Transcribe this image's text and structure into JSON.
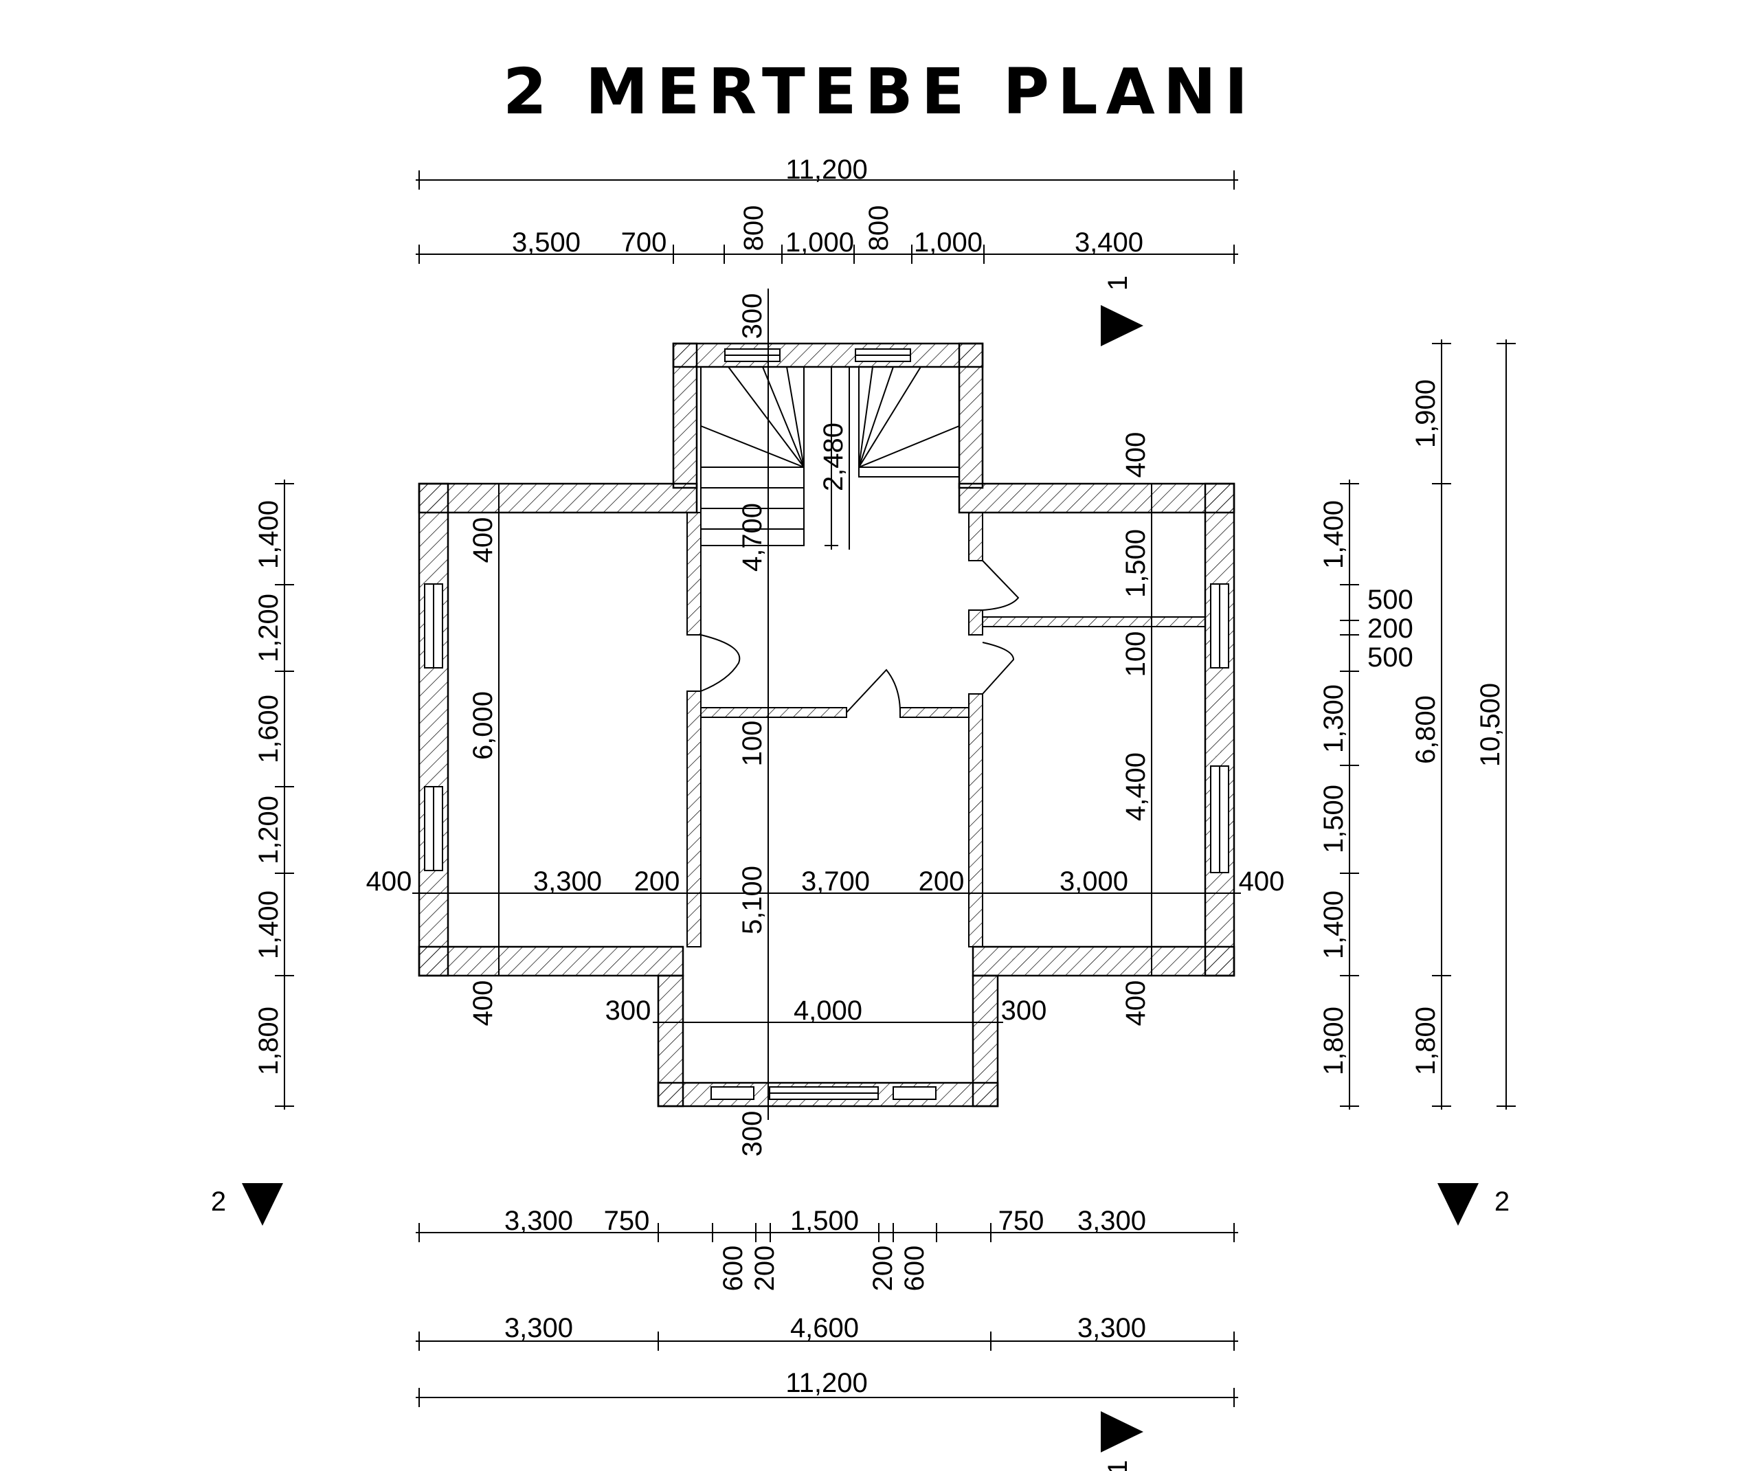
{
  "title": "2 MERTEBE PLANI",
  "colors": {
    "ink": "#000000",
    "paper": "#ffffff",
    "hatch": "#000000"
  },
  "dims_top_total": "11,200",
  "dims_top": [
    "3,500",
    "700",
    "800",
    "1,000",
    "800",
    "1,000",
    "3,400"
  ],
  "dims_bottom_chain": [
    "3,300",
    "750",
    "600",
    "200",
    "1,500",
    "200",
    "600",
    "750",
    "3,300"
  ],
  "dims_bottom_mid": [
    "3,300",
    "4,600",
    "3,300"
  ],
  "dims_bottom_total": "11,200",
  "dims_left": [
    "1,400",
    "1,200",
    "1,600",
    "1,200",
    "1,400",
    "1,800"
  ],
  "dims_right_a": [
    "1,400",
    "500",
    "200",
    "500",
    "1,300",
    "1,500",
    "1,400",
    "1,800"
  ],
  "dims_right_b": [
    "1,900",
    "6,800",
    "1,800"
  ],
  "dims_right_total": "10,500",
  "dims_horizontal_mid": [
    "400",
    "3,300",
    "200",
    "3,700",
    "200",
    "3,000",
    "400"
  ],
  "dims_horizontal_low": [
    "300",
    "4,000",
    "300"
  ],
  "dims_vertical_inner": [
    "300",
    "4,700",
    "100",
    "5,100",
    "300",
    "2,480",
    "400",
    "6,000",
    "400",
    "400",
    "1,500",
    "100",
    "4,400",
    "400"
  ],
  "section_marks": [
    "1",
    "1",
    "2",
    "2"
  ]
}
